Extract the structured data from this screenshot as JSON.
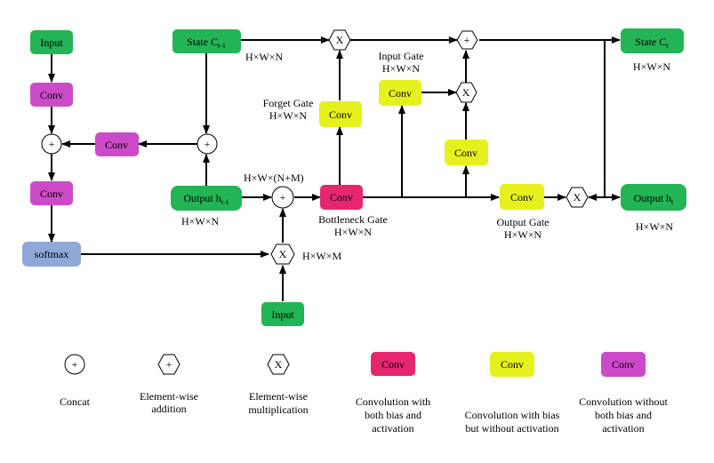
{
  "colors": {
    "green": "#22b455",
    "magenta": "#cc4ac8",
    "yellow": "#e6f01c",
    "crimson": "#e6276f",
    "blue": "#8fa8d8",
    "line": "#000000"
  },
  "nodes": {
    "input_top": "Input",
    "conv_left_1": "Conv",
    "conv_mid_left": "Conv",
    "conv_left_2": "Conv",
    "softmax": "softmax",
    "input_bottom": "Input",
    "state_prev_main": "State C",
    "state_prev_sub": "t-1",
    "output_prev_main": "Output h",
    "output_prev_sub": "t-1",
    "conv_bottleneck": "Conv",
    "conv_forget": "Conv",
    "conv_input": "Conv",
    "conv_mid": "Conv",
    "conv_output": "Conv",
    "state_next_main": "State C",
    "state_next_sub": "t",
    "output_next_main": "Output h",
    "output_next_sub": "t"
  },
  "ops": {
    "multiply": "X",
    "concat": "+",
    "add": "+"
  },
  "labels": {
    "hwn_state_prev": "H×W×N",
    "hwn_output_prev": "H×W×N",
    "hw_nm": "H×W×(N+M)",
    "hwm": "H×W×M",
    "forget_gate": "Forget Gate",
    "forget_dims": "H×W×N",
    "input_gate": "Input Gate",
    "input_dims": "H×W×N",
    "bottleneck_gate": "Bottleneck Gate",
    "bottleneck_dims": "H×W×N",
    "output_gate": "Output Gate",
    "output_dims": "H×W×N",
    "state_next_dims": "H×W×N",
    "output_next_dims": "H×W×N"
  },
  "legend": {
    "concat": "Concat",
    "elementwise_addition": [
      "Element-wise",
      "addition"
    ],
    "elementwise_multiplication": [
      "Element-wise",
      "multiplication"
    ],
    "conv_bias_activation": [
      "Convolution with",
      "both bias and",
      "activation"
    ],
    "conv_bias_no_activation": [
      "Convolution with bias",
      "but without activation"
    ],
    "conv_no_bias_activation": [
      "Convolution without",
      "both bias and",
      "activation"
    ],
    "conv_label": "Conv"
  }
}
